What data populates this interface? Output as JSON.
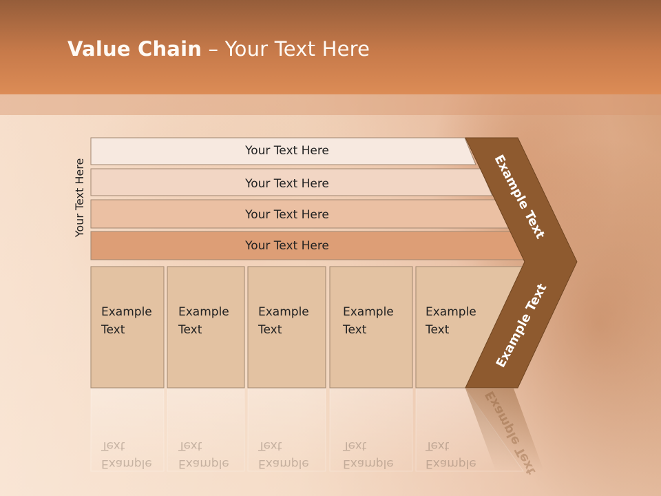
{
  "slide": {
    "title_bold": "Value Chain",
    "title_rest": " – Your Text Here",
    "side_label": "Your Text Here"
  },
  "rows": [
    {
      "label": "Your Text Here",
      "fill": "#f7e9e0"
    },
    {
      "label": "Your Text Here",
      "fill": "#f2d6c4"
    },
    {
      "label": "Your Text Here",
      "fill": "#ebc0a3"
    },
    {
      "label": "Your Text Here",
      "fill": "#dd9e76"
    }
  ],
  "boxes": [
    {
      "line1": "Example",
      "line2": "Text"
    },
    {
      "line1": "Example",
      "line2": "Text"
    },
    {
      "line1": "Example",
      "line2": "Text"
    },
    {
      "line1": "Example",
      "line2": "Text"
    },
    {
      "line1": "Example",
      "line2": "Text"
    }
  ],
  "chevron": {
    "top_label": "Example Text",
    "bottom_label": "Example Text",
    "color": "#8e5a2f"
  },
  "colors": {
    "header": "#c77a4a",
    "box_fill": "#e3c2a2",
    "box_stroke": "#a0876f"
  }
}
